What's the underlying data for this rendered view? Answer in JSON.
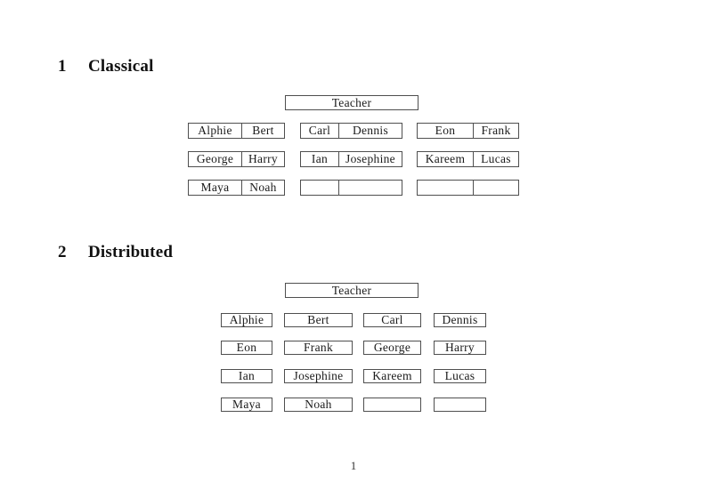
{
  "page_number": "1",
  "colors": {
    "background": "#ffffff",
    "border": "#4f4f4f",
    "text": "#1b1b1b",
    "heading": "#111111"
  },
  "sections": [
    {
      "number": "1",
      "title": "Classical",
      "teacher_label": "Teacher",
      "groups": [
        {
          "rows": [
            [
              "Alphie",
              "Bert"
            ],
            [
              "George",
              "Harry"
            ],
            [
              "Maya",
              "Noah"
            ]
          ]
        },
        {
          "rows": [
            [
              "Carl",
              "Dennis"
            ],
            [
              "Ian",
              "Josephine"
            ],
            [
              "",
              ""
            ]
          ]
        },
        {
          "rows": [
            [
              "Eon",
              "Frank"
            ],
            [
              "Kareem",
              "Lucas"
            ],
            [
              "",
              ""
            ]
          ]
        }
      ]
    },
    {
      "number": "2",
      "title": "Distributed",
      "teacher_label": "Teacher",
      "columns": [
        {
          "seats": [
            "Alphie",
            "Eon",
            "Ian",
            "Maya"
          ]
        },
        {
          "seats": [
            "Bert",
            "Frank",
            "Josephine",
            "Noah"
          ]
        },
        {
          "seats": [
            "Carl",
            "George",
            "Kareem",
            ""
          ]
        },
        {
          "seats": [
            "Dennis",
            "Harry",
            "Lucas",
            ""
          ]
        }
      ]
    }
  ]
}
